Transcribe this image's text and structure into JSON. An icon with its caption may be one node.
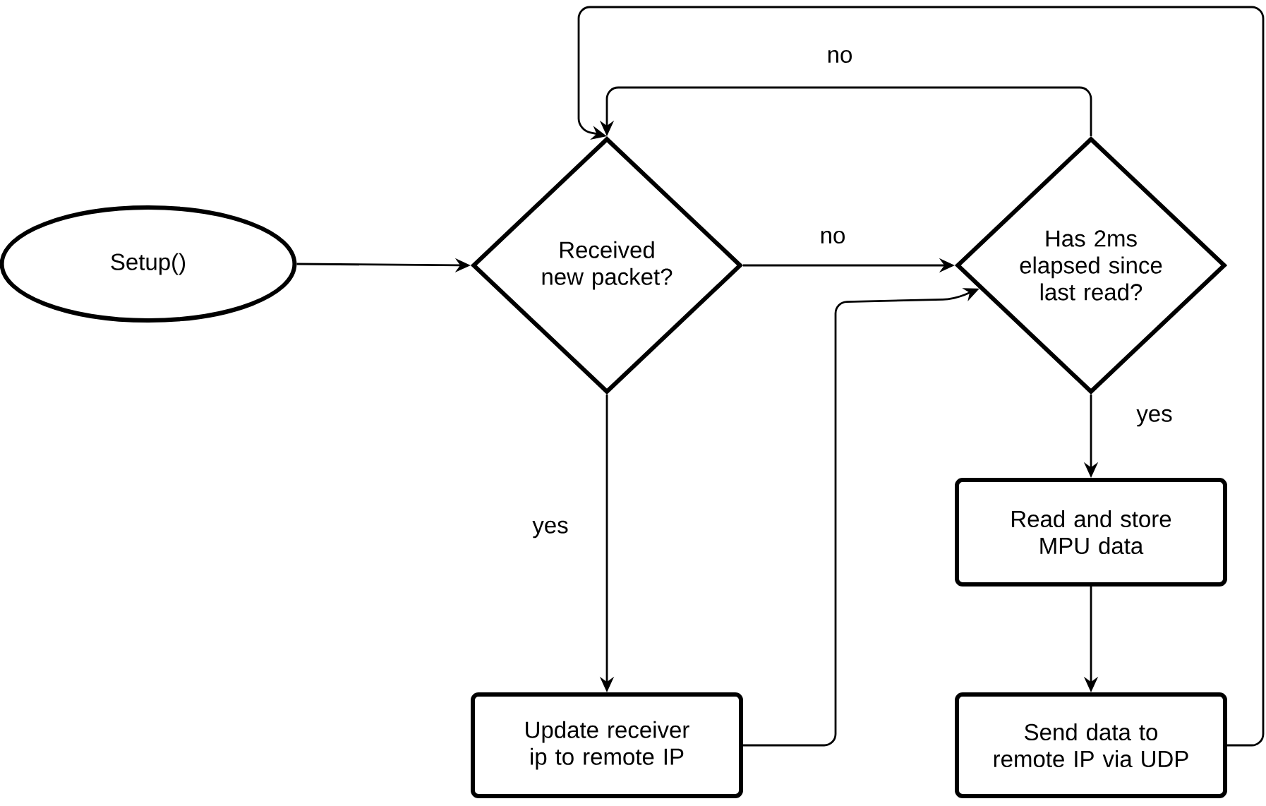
{
  "diagram": {
    "nodes": [
      {
        "text": [
          "Setup()"
        ]
      },
      {
        "text": [
          "Received new packet?"
        ]
      },
      {
        "text": [
          "Has 2ms elapsed since last read?"
        ]
      },
      {
        "text": [
          "Update receiver ip to remote IP"
        ]
      },
      {
        "text": [
          "Read and store MPU data"
        ]
      },
      {
        "text": [
          "Send data to remote IP via UDP"
        ]
      }
    ],
    "edges": [
      {
        "from": 0,
        "to": 1,
        "arrow": "to"
      },
      {
        "from": 1,
        "to": 2,
        "arrow": "to",
        "label": "no"
      },
      {
        "from": 2,
        "to": 1,
        "arrow": "to",
        "label": "no"
      },
      {
        "from": 1,
        "to": 3,
        "arrow": "to",
        "label": "yes"
      },
      {
        "from": 3,
        "to": 2,
        "arrow": "to"
      },
      {
        "from": 2,
        "to": 4,
        "arrow": "to",
        "label": "yes"
      },
      {
        "from": 4,
        "to": 5,
        "arrow": "to"
      },
      {
        "from": 5,
        "to": 1,
        "arrow": "to"
      }
    ]
  }
}
